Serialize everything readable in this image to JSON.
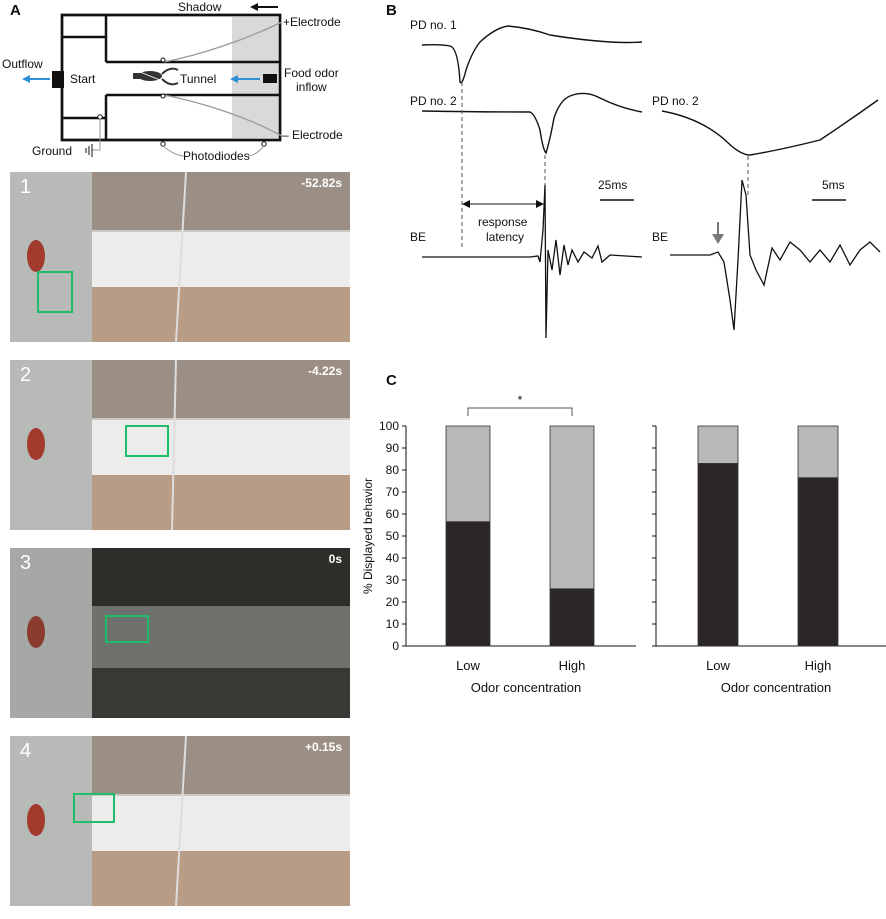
{
  "panel_a": {
    "letter": "A",
    "labels": {
      "shadow": "Shadow",
      "plus_electrode": "+Electrode",
      "outflow": "Outflow",
      "start": "Start",
      "tunnel": "Tunnel",
      "food_odor_line1": "Food odor",
      "food_odor_line2": "inflow",
      "minus_electrode": "– Electrode",
      "ground": "Ground",
      "photodiodes": "Photodiodes"
    },
    "frames": [
      {
        "number": "1",
        "time": "-52.82s"
      },
      {
        "number": "2",
        "time": "-4.22s"
      },
      {
        "number": "3",
        "time": "0s"
      },
      {
        "number": "4",
        "time": "+0.15s"
      }
    ]
  },
  "panel_b": {
    "letter": "B",
    "labels": {
      "pd1": "PD no. 1",
      "pd2": "PD no. 2",
      "pd2_right": "PD no. 2",
      "be": "BE",
      "be_right": "BE",
      "scale_left": "25ms",
      "scale_right": "5ms",
      "latency_line1": "response",
      "latency_line2": "latency"
    }
  },
  "panel_c": {
    "letter": "C",
    "significance": "*"
  },
  "chart_data": [
    {
      "type": "bar",
      "stacked": true,
      "categories": [
        "Low",
        "High"
      ],
      "series": [
        {
          "values": [
            56.5,
            26
          ],
          "color": "#2b2727"
        },
        {
          "values": [
            43.5,
            74
          ],
          "color": "#b8b8b8"
        }
      ],
      "xlabel": "Odor concentration",
      "ylabel": "% Displayed behavior",
      "ylim": [
        0,
        100
      ],
      "yticks": [
        "0",
        "10",
        "20",
        "30",
        "40",
        "50",
        "60",
        "70",
        "80",
        "90",
        "100"
      ]
    },
    {
      "type": "bar",
      "stacked": true,
      "categories": [
        "Low",
        "High"
      ],
      "series": [
        {
          "values": [
            83,
            76.5
          ],
          "color": "#2b2727"
        },
        {
          "values": [
            17,
            23.5
          ],
          "color": "#b8b8b8"
        }
      ],
      "xlabel": "Odor concentration",
      "ylabel": "",
      "ylim": [
        0,
        100
      ]
    }
  ]
}
